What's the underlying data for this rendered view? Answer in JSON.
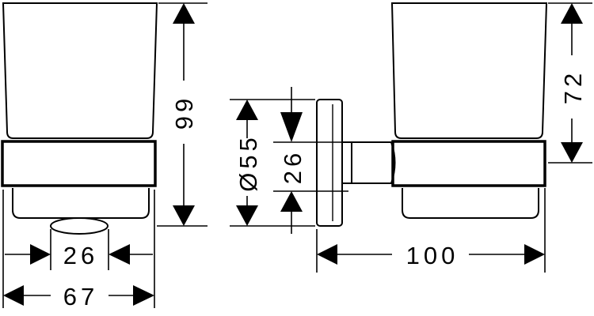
{
  "drawing": {
    "dimensions": {
      "front_height": "99",
      "front_holder_width": "26",
      "front_overall_width": "67",
      "side_diameter": "Ø55",
      "side_mount_height": "26",
      "side_glass_height": "72",
      "side_projection": "100"
    }
  }
}
